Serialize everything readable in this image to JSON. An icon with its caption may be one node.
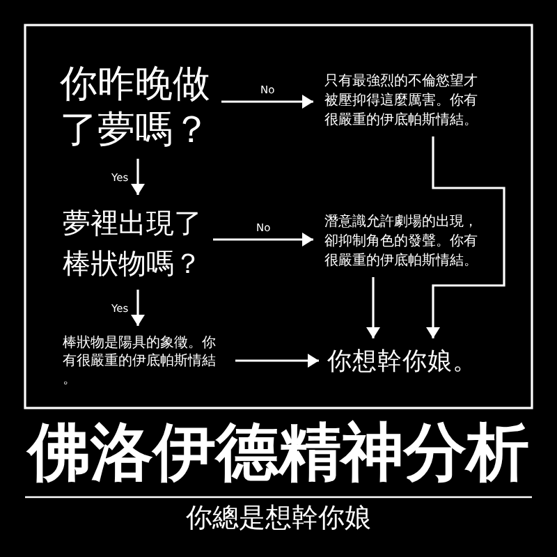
{
  "diagram": {
    "title": "佛洛伊德精神分析",
    "caption": "你總是想幹你娘",
    "nodes": [
      {
        "text": [
          "你昨晚做了夢嗎？"
        ]
      },
      {
        "text": [
          "只有最強烈的不倫慾望才被壓抑得這麼厲害。你有很嚴重的伊底帕斯情結。"
        ]
      },
      {
        "text": [
          "夢裡出現了棒狀物嗎？"
        ]
      },
      {
        "text": [
          "潛意識允許劇場的出現，卻抑制角色的發聲。你有很嚴重的伊底帕斯情結。"
        ]
      },
      {
        "text": [
          "棒狀物是陽具的象徵。你有很嚴重的伊底帕斯情結。"
        ]
      },
      {
        "text": [
          "你想幹你娘。"
        ]
      }
    ],
    "edges": [
      {
        "from": 0,
        "to": 1,
        "arrow": "to",
        "label": "No"
      },
      {
        "from": 0,
        "to": 2,
        "arrow": "to",
        "label": "Yes"
      },
      {
        "from": 1,
        "to": 5,
        "arrow": "to"
      },
      {
        "from": 2,
        "to": 3,
        "arrow": "to",
        "label": "No"
      },
      {
        "from": 2,
        "to": 4,
        "arrow": "to",
        "label": "Yes"
      },
      {
        "from": 3,
        "to": 5,
        "arrow": "to"
      },
      {
        "from": 4,
        "to": 5,
        "arrow": "to"
      }
    ]
  }
}
